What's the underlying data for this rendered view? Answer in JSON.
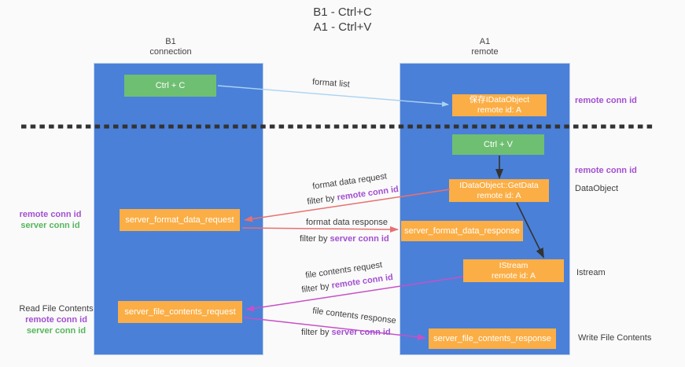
{
  "title": {
    "line1": "B1 - Ctrl+C",
    "line2": "A1 - Ctrl+V"
  },
  "lanes": {
    "left": {
      "title": "B1",
      "subtitle": "connection"
    },
    "right": {
      "title": "A1",
      "subtitle": "remote"
    }
  },
  "nodes": {
    "ctrl_c": {
      "label": "Ctrl + C"
    },
    "ctrl_v": {
      "label": "Ctrl + V"
    },
    "save_dataobject": {
      "line1": "保存IDataObject",
      "line2": "remote id: A"
    },
    "getdata": {
      "line1": "IDataObject::GetData",
      "line2": "remote id: A"
    },
    "istream": {
      "line1": "IStream",
      "line2": "remote id: A"
    },
    "format_request": {
      "label": "server_format_data_request"
    },
    "format_response": {
      "label": "server_format_data_response"
    },
    "file_request": {
      "label": "server_file_contents_request"
    },
    "file_response": {
      "label": "server_file_contents_response"
    }
  },
  "flow_labels": {
    "format_list": "format list",
    "format_data_request": "format data request",
    "format_data_response": "format data response",
    "file_contents_request": "file contents request",
    "file_contents_response": "file contents response",
    "filter_by": "filter by",
    "remote_conn_id": "remote conn id",
    "server_conn_id": "server conn id"
  },
  "side_labels": {
    "remote_conn_id_top": "remote conn id",
    "remote_conn_id_mid": "remote conn id",
    "dataobject": "DataObject",
    "istream": "Istream",
    "write_file_contents": "Write File Contents",
    "read_file_contents": "Read File Contents",
    "remote_conn_id_left1": "remote conn id",
    "server_conn_id_left1": "server conn id",
    "remote_conn_id_left2": "remote conn id",
    "server_conn_id_left2": "server conn id"
  },
  "colors": {
    "lane_blue": "#4a80d8",
    "box_orange": "#fbae45",
    "box_green": "#6fbf72",
    "arrow_lightblue": "#a9d3f2",
    "arrow_salmon": "#e87070",
    "arrow_magenta": "#c750c7",
    "arrow_black": "#333333",
    "text_purple": "#a34fd2",
    "text_green": "#56b65c"
  }
}
